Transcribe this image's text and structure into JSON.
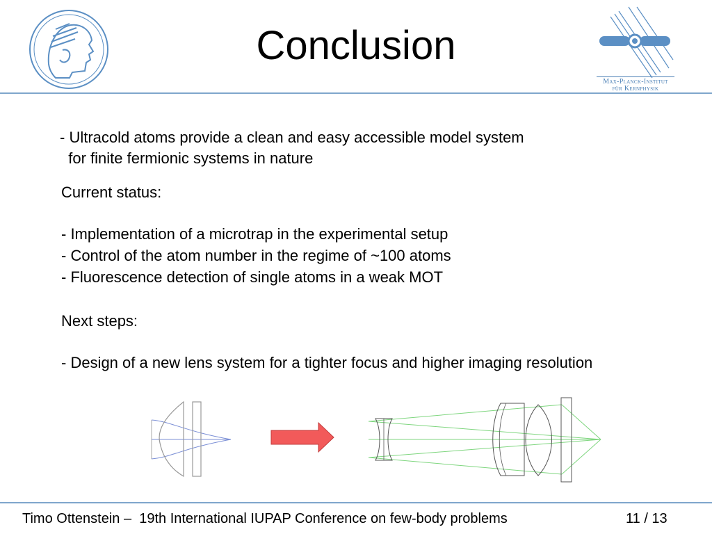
{
  "header": {
    "title": "Conclusion",
    "logo_right_caption_line1": "Max-Planck-Institut",
    "logo_right_caption_line2": "für Kernphysik",
    "logo_left_icon": "minerva-head-icon",
    "logo_right_icon": "mpi-kernphysik-icon"
  },
  "body": {
    "intro_line1": "- Ultracold atoms provide a clean and easy accessible model system",
    "intro_line2": "  for finite fermionic systems in nature",
    "status_heading": "Current status:",
    "status_items": [
      "- Implementation of a microtrap in the experimental setup",
      "- Control of the atom number in the regime of ~100 atoms",
      "- Fluorescence detection of single atoms in a weak MOT"
    ],
    "next_heading": "Next steps:",
    "next_items": [
      "- Design of a new lens system for a tighter focus and higher imaging resolution"
    ]
  },
  "footer": {
    "left": "Timo Ottenstein –  19th International IUPAP Conference on few-body problems",
    "page": "11 / 13"
  },
  "colors": {
    "rule": "#7fa6cc",
    "logo_blue": "#5b8fc4",
    "arrow_fill": "#f25a5a",
    "ray_old": "#7b8fd6",
    "ray_new": "#7fd67f",
    "lens_stroke": "#555555"
  }
}
